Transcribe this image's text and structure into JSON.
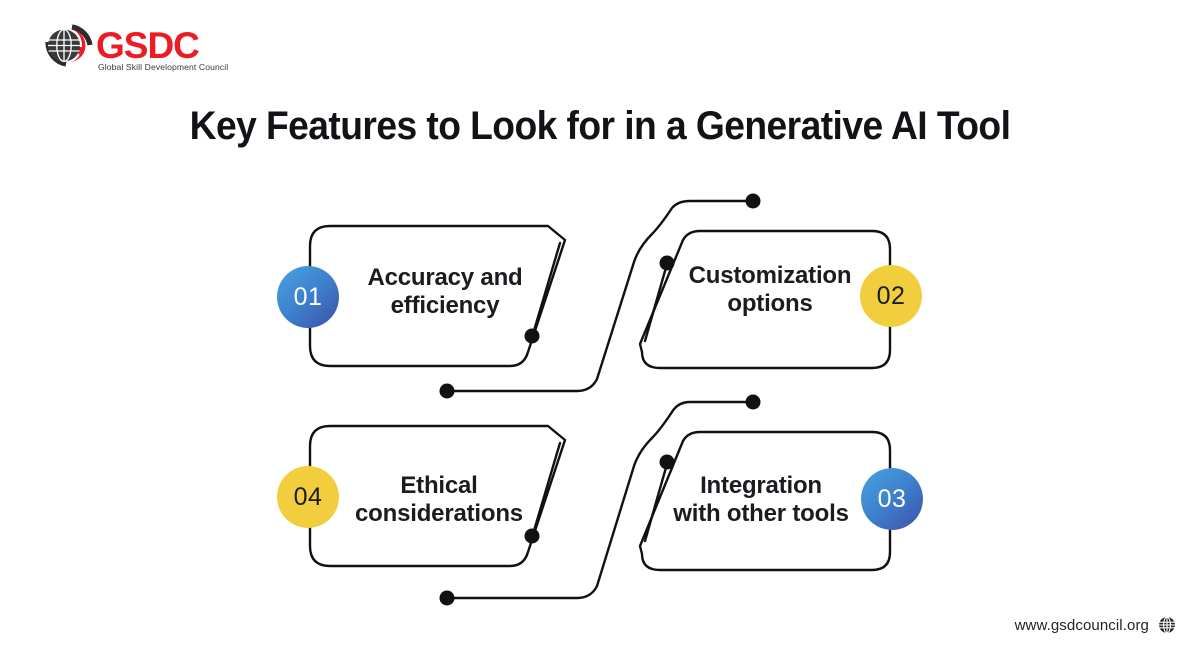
{
  "brand": {
    "name": "GSDC",
    "tagline": "Global Skill Development Council",
    "logo_icon": "globe-logo-icon",
    "primary_color": "#ED1C24",
    "dark_color": "#2B2B2B"
  },
  "header": {
    "title": "Key Features to Look for in a Generative AI Tool"
  },
  "diagram": {
    "type": "four-step-cycle",
    "accent_blue": "#3d82cd",
    "accent_yellow": "#f2ce3f",
    "line_color": "#111111",
    "steps": [
      {
        "number": "01",
        "label": "Accuracy and\nefficiency",
        "badge_color": "blue",
        "badge_side": "left"
      },
      {
        "number": "02",
        "label": "Customization\noptions",
        "badge_color": "yellow",
        "badge_side": "right"
      },
      {
        "number": "03",
        "label": "Integration\nwith other tools",
        "badge_color": "blue",
        "badge_side": "right"
      },
      {
        "number": "04",
        "label": "Ethical\nconsiderations",
        "badge_color": "yellow",
        "badge_side": "left"
      }
    ]
  },
  "footer": {
    "website": "www.gsdcouncil.org",
    "icon": "globe-icon"
  }
}
